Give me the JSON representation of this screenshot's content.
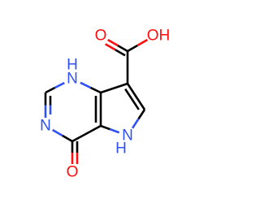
{
  "molecule": {
    "atoms": [
      {
        "id": "C7a",
        "element": "C",
        "label": ""
      },
      {
        "id": "N1",
        "element": "N",
        "label": "N",
        "h": "H"
      },
      {
        "id": "C2",
        "element": "C",
        "label": ""
      },
      {
        "id": "N3",
        "element": "N",
        "label": "N"
      },
      {
        "id": "C4",
        "element": "C",
        "label": ""
      },
      {
        "id": "C4a",
        "element": "C",
        "label": ""
      },
      {
        "id": "N5",
        "element": "N",
        "label": "N",
        "h": "H"
      },
      {
        "id": "C6",
        "element": "C",
        "label": ""
      },
      {
        "id": "C7",
        "element": "C",
        "label": ""
      },
      {
        "id": "O4",
        "element": "O",
        "label": "O"
      },
      {
        "id": "Cc",
        "element": "C",
        "label": ""
      },
      {
        "id": "Od",
        "element": "O",
        "label": "O"
      },
      {
        "id": "Oh",
        "element": "O",
        "label": "OH"
      }
    ],
    "bonds": [
      {
        "a": 0,
        "b": 1,
        "order": 1
      },
      {
        "a": 1,
        "b": 2,
        "order": 1
      },
      {
        "a": 2,
        "b": 3,
        "order": 2
      },
      {
        "a": 3,
        "b": 4,
        "order": 1
      },
      {
        "a": 4,
        "b": 5,
        "order": 1
      },
      {
        "a": 5,
        "b": 0,
        "order": 2
      },
      {
        "a": 5,
        "b": 6,
        "order": 1
      },
      {
        "a": 6,
        "b": 7,
        "order": 1
      },
      {
        "a": 7,
        "b": 8,
        "order": 2
      },
      {
        "a": 8,
        "b": 0,
        "order": 1
      },
      {
        "a": 4,
        "b": 9,
        "order": 2
      },
      {
        "a": 8,
        "b": 10,
        "order": 1
      },
      {
        "a": 10,
        "b": 11,
        "order": 2
      },
      {
        "a": 10,
        "b": 12,
        "order": 1
      }
    ],
    "colors": {
      "C": "#000000",
      "N": "#3050f8",
      "O": "#ff0d0d"
    }
  }
}
